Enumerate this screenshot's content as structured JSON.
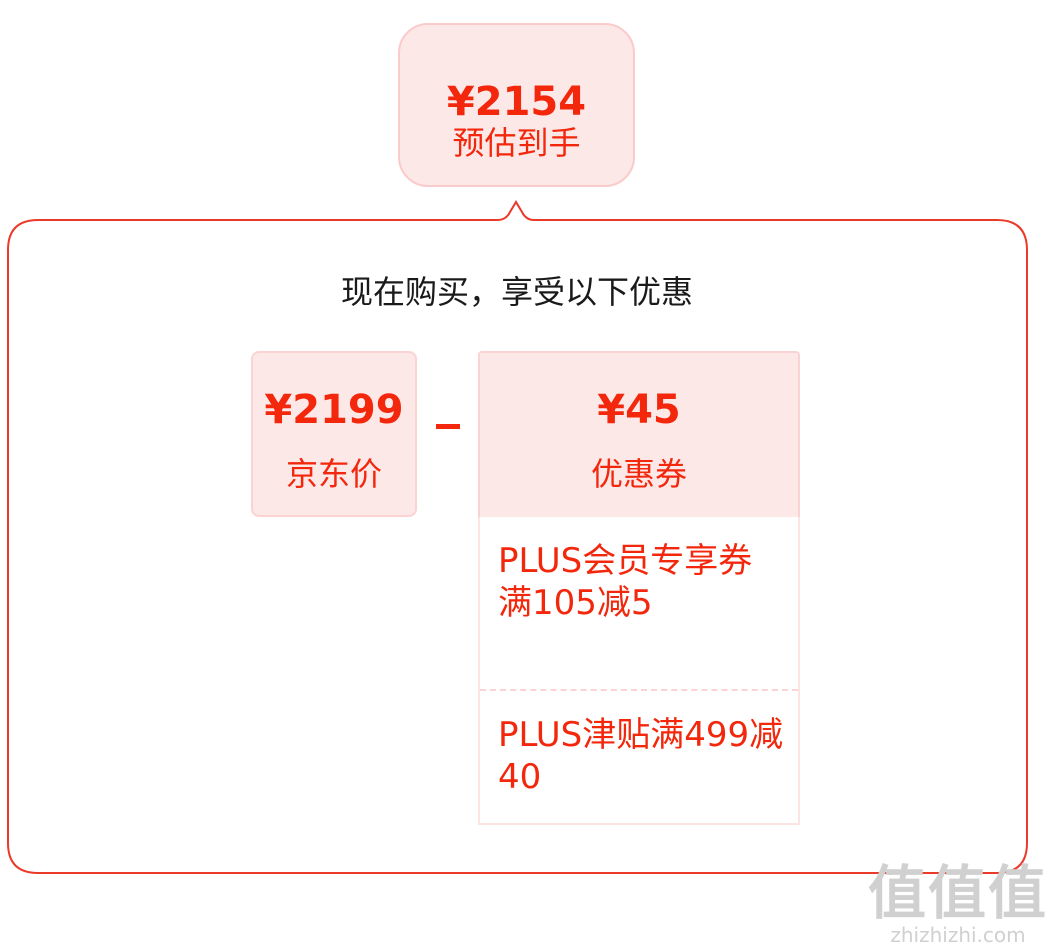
{
  "estimate": {
    "amount": "¥2154",
    "label": "预估到手"
  },
  "headline": "现在购买，享受以下优惠",
  "jd_price": {
    "amount": "¥2199",
    "label": "京东价"
  },
  "operator": "−",
  "coupon": {
    "amount": "¥45",
    "label": "优惠券",
    "items": [
      {
        "text": "PLUS会员专享券满105减5"
      },
      {
        "text": "PLUS津贴满499减40"
      }
    ]
  },
  "watermark": {
    "glyphs": "值值值",
    "site": "zhizhizhi.com"
  },
  "colors": {
    "accent": "#f2270c",
    "box_bg": "#fde8e8",
    "box_border": "#fbcaca"
  }
}
